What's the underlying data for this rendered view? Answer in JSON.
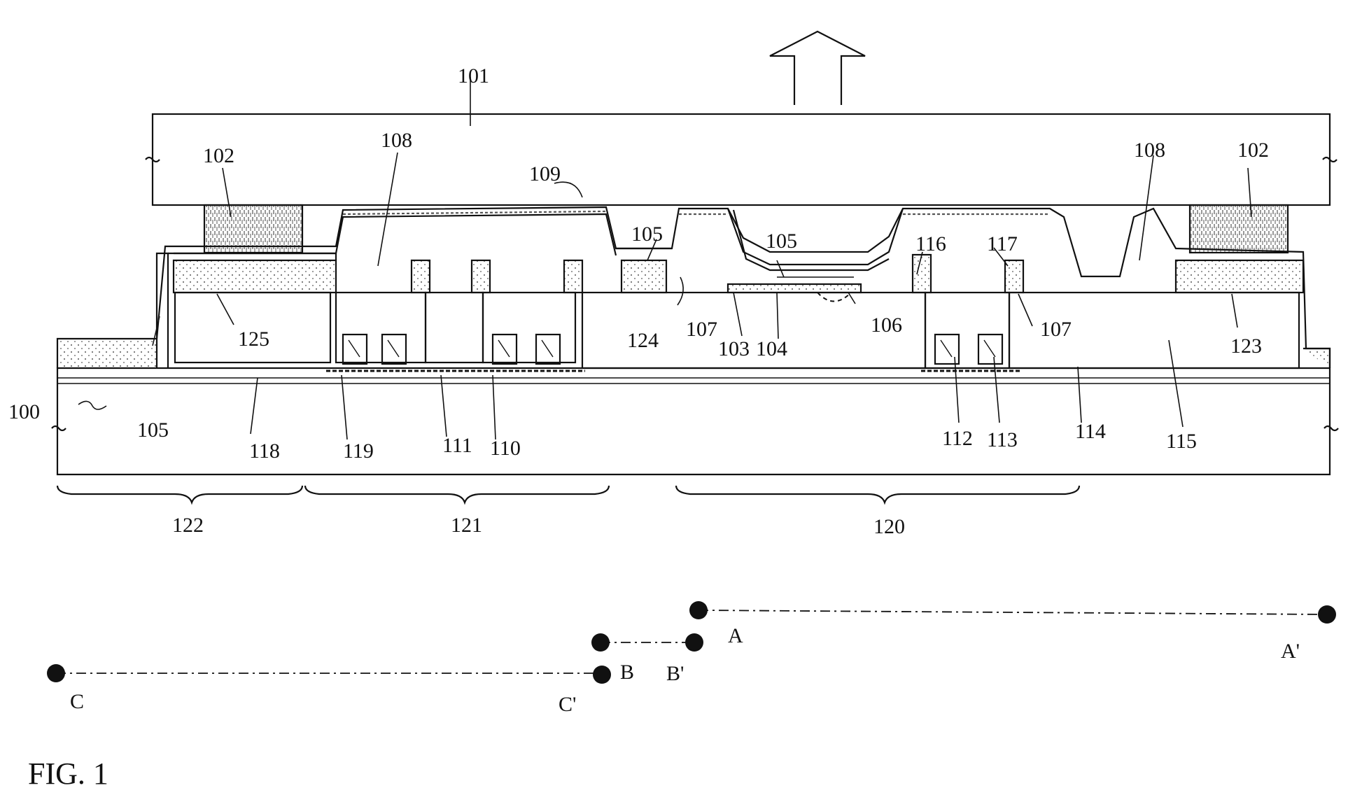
{
  "figure": {
    "caption": "FIG. 1"
  },
  "labels": {
    "l100": "100",
    "l101": "101",
    "l102a": "102",
    "l102b": "102",
    "l103": "103",
    "l104": "104",
    "l105a": "105",
    "l105b": "105",
    "l105c": "105",
    "l106": "106",
    "l107a": "107",
    "l107b": "107",
    "l108a": "108",
    "l108b": "108",
    "l109": "109",
    "l110": "110",
    "l111": "111",
    "l112": "112",
    "l113": "113",
    "l114": "114",
    "l115": "115",
    "l116": "116",
    "l117": "117",
    "l118": "118",
    "l119": "119",
    "l120": "120",
    "l121": "121",
    "l122": "122",
    "l123": "123",
    "l124": "124",
    "l125": "125"
  },
  "section_lines": {
    "A": "A",
    "A_prime": "A'",
    "B": "B",
    "B_prime": "B'",
    "C": "C",
    "C_prime": "C'"
  },
  "colors": {
    "line": "#111111",
    "hatch": "#555555",
    "background": "#ffffff"
  }
}
